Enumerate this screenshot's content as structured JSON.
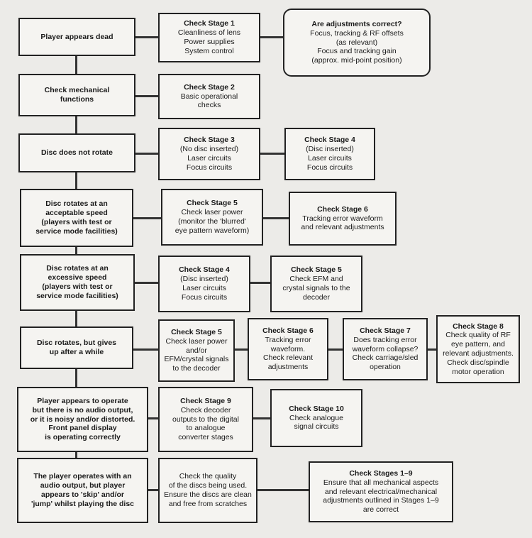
{
  "left_column": [
    {
      "id": "L1",
      "lines": [
        "Player appears dead"
      ]
    },
    {
      "id": "L2",
      "lines": [
        "Check mechanical",
        "functions"
      ]
    },
    {
      "id": "L3",
      "lines": [
        "Disc does not rotate"
      ]
    },
    {
      "id": "L4",
      "lines": [
        "Disc rotates at an",
        "acceptable speed",
        "(players with test or",
        "service mode facilities)"
      ]
    },
    {
      "id": "L5",
      "lines": [
        "Disc rotates at an",
        "excessive speed",
        "(players with test or",
        "service mode facilities)"
      ]
    },
    {
      "id": "L6",
      "lines": [
        "Disc rotates, but gives",
        "up after a while"
      ]
    },
    {
      "id": "L7",
      "lines": [
        "Player appears to operate",
        "but there is no audio output,",
        "or it is noisy and/or distorted.",
        "Front panel display",
        "is operating correctly"
      ]
    },
    {
      "id": "L8",
      "lines": [
        "The player operates with an",
        "audio output, but player",
        "appears to 'skip' and/or",
        "'jump' whilst playing the disc"
      ]
    }
  ],
  "checks": {
    "r1a": {
      "title": "Check Stage 1",
      "lines": [
        "Cleanliness of lens",
        "Power supplies",
        "System control"
      ]
    },
    "r1b": {
      "title": "Are adjustments correct?",
      "lines": [
        "Focus, tracking & RF offsets",
        "(as relevant)",
        "Focus and tracking gain",
        "(approx. mid-point position)"
      ]
    },
    "r2a": {
      "title": "Check Stage 2",
      "lines": [
        "Basic operational",
        "checks"
      ]
    },
    "r3a": {
      "title": "Check Stage 3",
      "lines": [
        "(No disc inserted)",
        "Laser circuits",
        "Focus circuits"
      ]
    },
    "r3b": {
      "title": "Check Stage 4",
      "lines": [
        "(Disc inserted)",
        "Laser circuits",
        "Focus circuits"
      ]
    },
    "r4a": {
      "title": "Check Stage 5",
      "lines": [
        "Check laser power",
        "(monitor the 'blurred'",
        "eye pattern waveform)"
      ]
    },
    "r4b": {
      "title": "Check Stage 6",
      "lines": [
        "Tracking error waveform",
        "and relevant adjustments"
      ]
    },
    "r5a": {
      "title": "Check Stage 4",
      "lines": [
        "(Disc inserted)",
        "Laser circuits",
        "Focus circuits"
      ]
    },
    "r5b": {
      "title": "Check Stage 5",
      "lines": [
        "Check EFM and",
        "crystal signals to the",
        "decoder"
      ]
    },
    "r6a": {
      "title": "Check Stage 5",
      "lines": [
        "Check laser power",
        "and/or",
        "EFM/crystal signals",
        "to the decoder"
      ]
    },
    "r6b": {
      "title": "Check Stage 6",
      "lines": [
        "Tracking error",
        "waveform.",
        "Check relevant",
        "adjustments"
      ]
    },
    "r6c": {
      "title": "Check Stage 7",
      "lines": [
        "Does tracking error",
        "waveform collapse?",
        "Check carriage/sled",
        "operation"
      ]
    },
    "r6d": {
      "title": "Check Stage 8",
      "lines": [
        "Check quality of RF",
        "eye pattern, and",
        "relevant adjustments.",
        "Check disc/spindle",
        "motor operation"
      ]
    },
    "r7a": {
      "title": "Check Stage 9",
      "lines": [
        "Check decoder",
        "outputs to the digital",
        "to analogue",
        "converter stages"
      ]
    },
    "r7b": {
      "title": "Check Stage 10",
      "lines": [
        "Check analogue",
        "signal circuits"
      ]
    },
    "r8a": {
      "title": "",
      "lines": [
        "Check the quality",
        "of the discs being used.",
        "Ensure the discs are clean",
        "and free from scratches"
      ]
    },
    "r8b": {
      "title": "Check Stages 1–9",
      "lines": [
        "Ensure that all mechanical aspects",
        "and relevant electrical/mechanical",
        "adjustments outlined in Stages 1–9",
        "are correct"
      ]
    }
  }
}
